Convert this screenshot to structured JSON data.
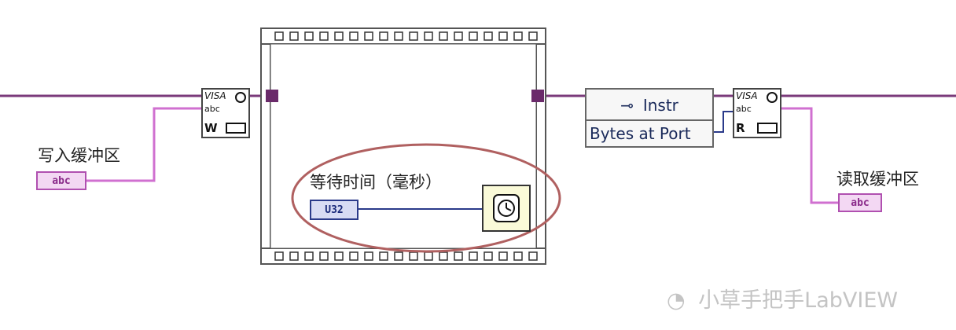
{
  "write_buffer": {
    "label": "写入缓冲区",
    "constant": "abc"
  },
  "write_vi": {
    "title": "VISA",
    "sub": "abc",
    "mode": "W"
  },
  "wait": {
    "label": "等待时间（毫秒）",
    "type": "U32"
  },
  "property_node": {
    "class": "Instr",
    "property": "Bytes at Port"
  },
  "read_vi": {
    "title": "VISA",
    "sub": "abc",
    "mode": "R"
  },
  "read_buffer": {
    "label": "读取缓冲区",
    "indicator": "abc"
  },
  "watermark": {
    "text": "小草手把手LabVIEW"
  },
  "colors": {
    "wire_visa": "#7a3a7a",
    "wire_string": "#d070d0",
    "wire_u32": "#2a3a8a",
    "highlight": "#b06060"
  }
}
